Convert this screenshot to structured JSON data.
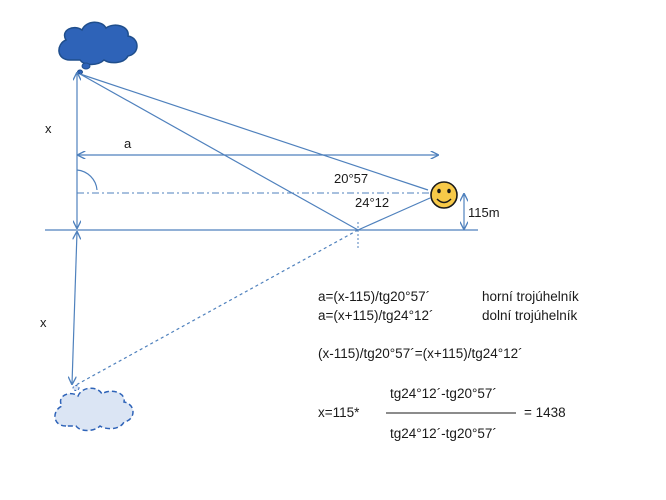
{
  "diagram": {
    "labels": {
      "x_upper": "x",
      "x_lower": "x",
      "a": "a",
      "angle_upper": "20°57",
      "angle_lower": "24°12",
      "height": "115m"
    },
    "equations": {
      "eq1": "a=(x-115)/tg20°57´",
      "eq1_note": "horní trojúhelník",
      "eq2": "a=(x+115)/tg24°12´",
      "eq2_note": "dolní trojúhelník",
      "eq3": "(x-115)/tg20°57´=(x+115)/tg24°12´",
      "eq4_prefix": "x=115*",
      "eq4_numerator": "tg24°12´-tg20°57´",
      "eq4_denominator": "tg24°12´-tg20°57´",
      "eq4_result": "= 1438"
    },
    "colors": {
      "line": "#4f81bd",
      "cloud_fill": "#2e63b8",
      "cloud_reflection_fill": "#dbe5f4",
      "smiley_fill": "#f7c948"
    },
    "icons": [
      "cloud-icon",
      "cloud-reflection-icon",
      "smiley-icon"
    ]
  }
}
